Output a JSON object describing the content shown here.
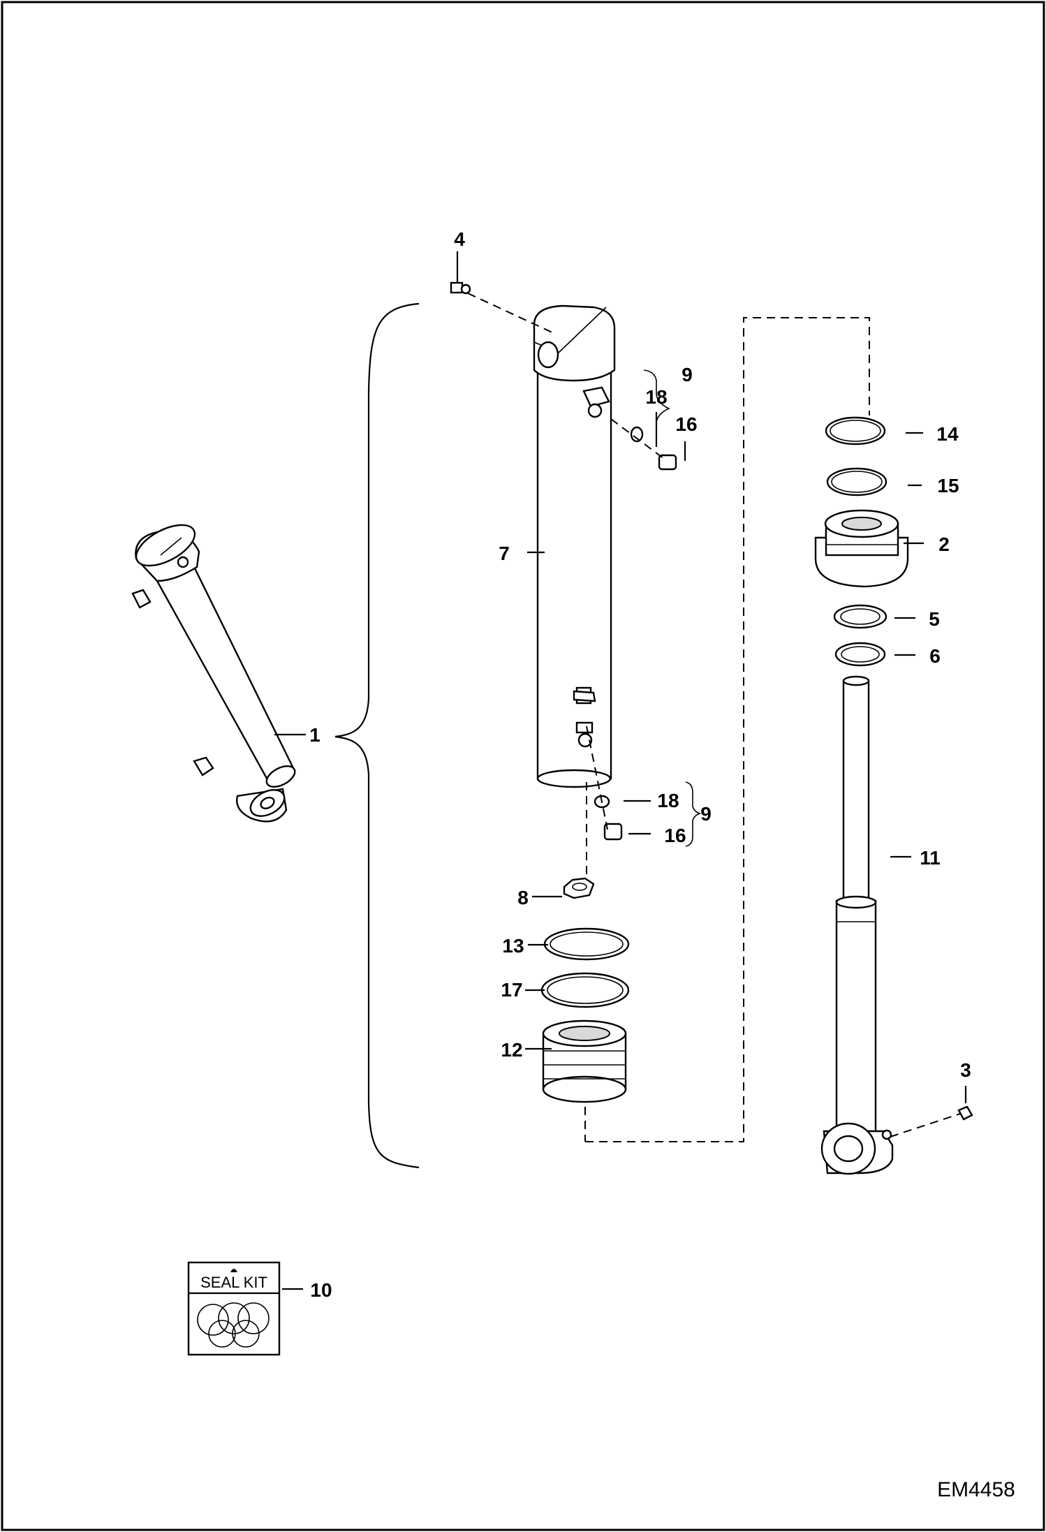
{
  "callouts": {
    "c1": "1",
    "c2": "2",
    "c3": "3",
    "c4": "4",
    "c5": "5",
    "c6": "6",
    "c7": "7",
    "c8": "8",
    "c9_upper": "9",
    "c9_lower": "9",
    "c10": "10",
    "c11": "11",
    "c12": "12",
    "c13": "13",
    "c14": "14",
    "c15": "15",
    "c16_upper": "16",
    "c16_lower": "16",
    "c17": "17",
    "c18_upper": "18",
    "c18_lower": "18"
  },
  "seal_kit_label": "SEAL KIT",
  "drawing_number": "EM4458"
}
